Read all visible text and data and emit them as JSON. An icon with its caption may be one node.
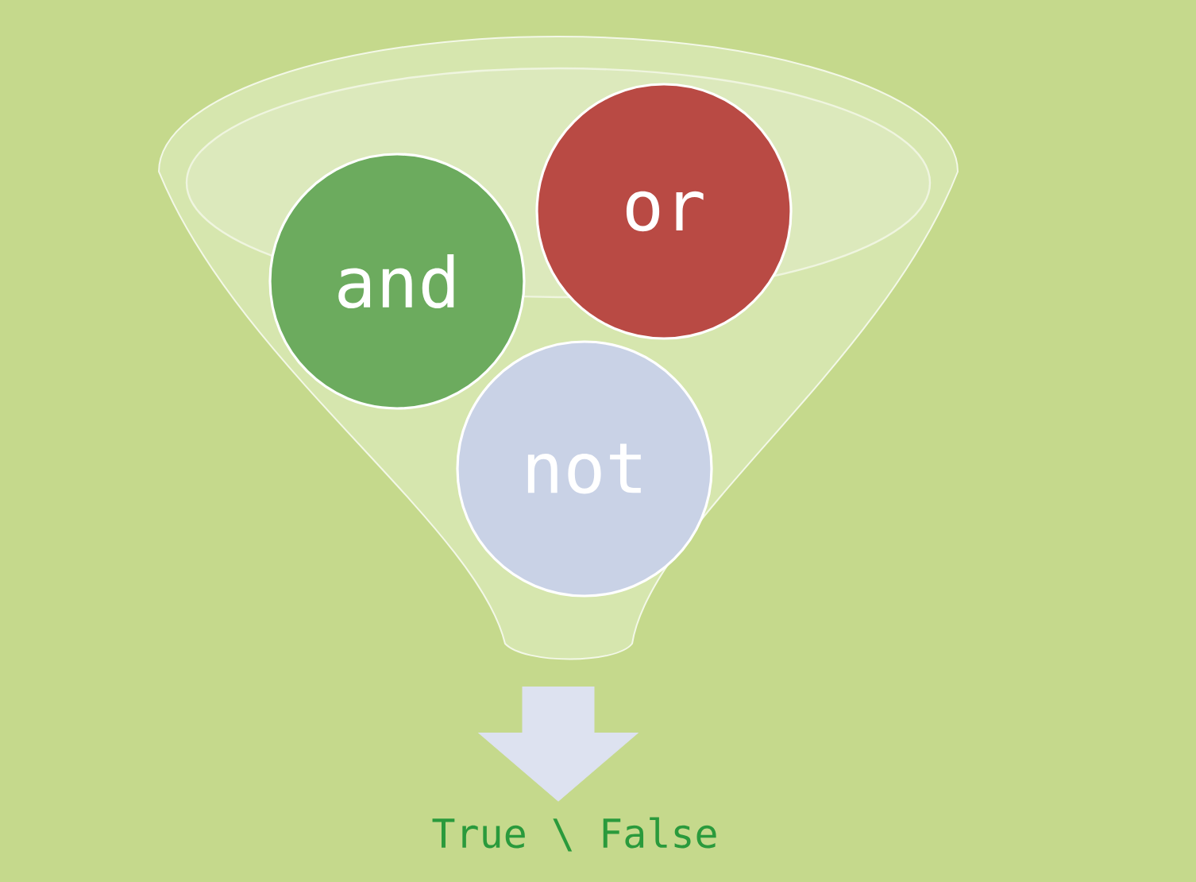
{
  "diagram": {
    "nodes": [
      {
        "text": [],
        "shape": "funnel"
      },
      {
        "text": [
          "and"
        ],
        "in": 0
      },
      {
        "text": [
          "or"
        ],
        "in": 0
      },
      {
        "text": [
          "not"
        ],
        "in": 0
      },
      {
        "text": [
          "True \\ False"
        ]
      }
    ],
    "edges": [
      {
        "from": 0,
        "to": 4,
        "arrow": "to",
        "style": "thick",
        "color": "#dde2f0"
      }
    ]
  }
}
